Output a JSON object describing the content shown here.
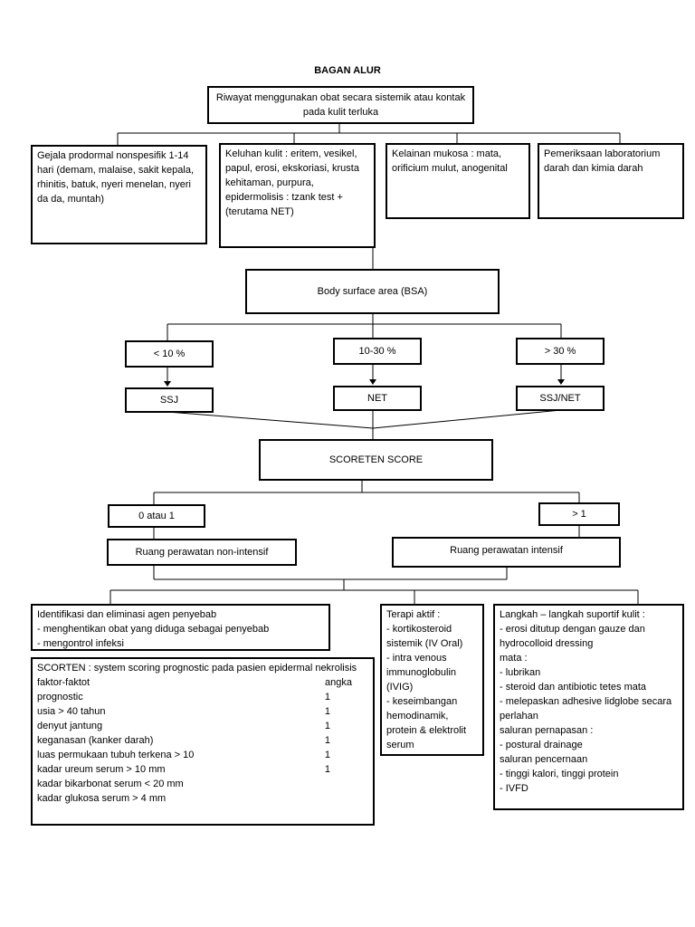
{
  "title": "BAGAN ALUR",
  "history": "Riwayat menggunakan obat secara sistemik atau kontak pada kulit terluka",
  "symptoms": [
    "Gejala prodormal nonspesifik 1-14 hari (demam, malaise, sakit kepala, rhinitis, batuk, nyeri menelan, nyeri da da, muntah)",
    "Keluhan kulit : eritem, vesikel, papul, erosi, ekskoriasi, krusta kehitaman, purpura, epidermolisis : tzank  test + (terutama NET)",
    "Kelainan mukosa : mata, orificium mulut, anogenital",
    "Pemeriksaan laboratorium darah dan kimia darah"
  ],
  "bsa": "Body surface area (BSA)",
  "bsa_levels": [
    {
      "range": "< 10 %",
      "diagnosis": "SSJ"
    },
    {
      "range": "10-30 %",
      "diagnosis": "NET"
    },
    {
      "range": "> 30 %",
      "diagnosis": "SSJ/NET"
    }
  ],
  "scoreten": "SCORETEN SCORE",
  "score_low": "0 atau 1",
  "score_high": "> 1",
  "ward_low": "Ruang perawatan non-intensif",
  "ward_high": "Ruang perawatan intensif",
  "identification": {
    "title": "Identifikasi dan eliminasi agen penyebab",
    "items": [
      "- menghentikan obat yang diduga sebagai penyebab",
      "- mengontrol infeksi"
    ]
  },
  "scorten": {
    "intro": "SCORTEN : system scoring prognostic pada pasien epidermal nekrolisis",
    "header_left": "faktor-faktot",
    "header_right": "angka",
    "rows": [
      {
        "factor": "prognostic",
        "value": "1"
      },
      {
        "factor": "usia > 40 tahun",
        "value": "1"
      },
      {
        "factor": "denyut jantung",
        "value": "1"
      },
      {
        "factor": "keganasan (kanker darah)",
        "value": "1"
      },
      {
        "factor": "luas permukaan tubuh terkena > 10",
        "value": "1"
      },
      {
        "factor": "kadar ureum serum > 10 mm",
        "value": "1"
      },
      {
        "factor": "kadar bikarbonat serum < 20 mm",
        "value": ""
      },
      {
        "factor": "kadar glukosa serum > 4 mm",
        "value": ""
      }
    ]
  },
  "therapy": {
    "title": "Terapi aktif :",
    "items": [
      "- kortikosteroid sistemik (IV Oral)",
      "- intra venous immunoglobulin (IVIG)",
      "- keseimbangan hemodinamik, protein & elektrolit serum"
    ]
  },
  "supportive": {
    "title": "Langkah – langkah suportif kulit :",
    "lines": [
      "- erosi ditutup dengan gauze dan hydrocolloid dressing",
      "mata :",
      "- lubrikan",
      "- steroid dan antibiotic tetes mata",
      "- melepaskan adhesive lidglobe secara perlahan",
      "saluran pernapasan :",
      "- postural drainage",
      "saluran pencernaan",
      "- tinggi kalori, tinggi protein",
      "- IVFD"
    ]
  }
}
